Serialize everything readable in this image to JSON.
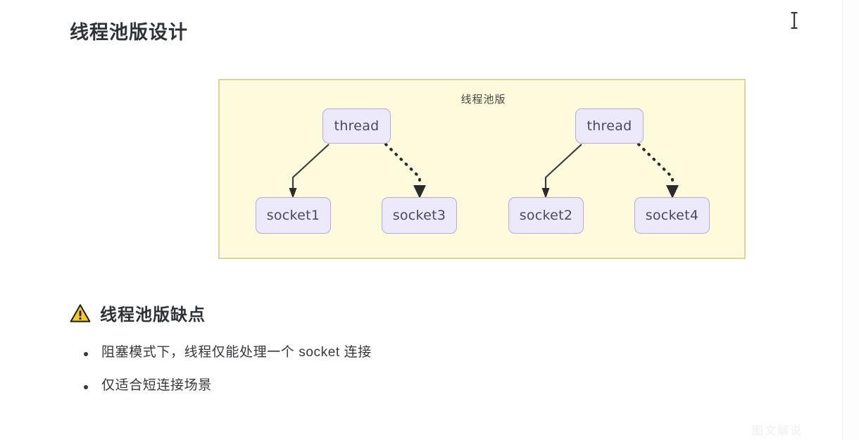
{
  "page": {
    "title": "线程池版设计",
    "background_color": "#ffffff"
  },
  "diagram": {
    "label": "线程池版",
    "background_color": "#fdfbdc",
    "border_color": "#d9d69a",
    "node_fill_color": "#ece9fb",
    "node_border_color": "#b9a8e0",
    "threads": [
      {
        "id": "thread-left",
        "label": "thread"
      },
      {
        "id": "thread-right",
        "label": "thread"
      }
    ],
    "sockets": [
      {
        "id": "socket1",
        "label": "socket1"
      },
      {
        "id": "socket3",
        "label": "socket3"
      },
      {
        "id": "socket2",
        "label": "socket2"
      },
      {
        "id": "socket4",
        "label": "socket4"
      }
    ],
    "edges": [
      {
        "from": "thread-left",
        "to": "socket1",
        "style": "solid"
      },
      {
        "from": "thread-left",
        "to": "socket3",
        "style": "dotted"
      },
      {
        "from": "thread-right",
        "to": "socket2",
        "style": "solid"
      },
      {
        "from": "thread-right",
        "to": "socket4",
        "style": "dotted"
      }
    ]
  },
  "warning": {
    "icon": "warning-triangle-icon",
    "icon_color": "#f5cc1a",
    "heading": "线程池版缺点",
    "bullets": [
      "阻塞模式下，线程仅能处理一个 socket 连接",
      "仅适合短连接场景"
    ]
  },
  "cursor": {
    "icon": "text-ibeam-cursor"
  },
  "watermark": {
    "text": "图文解说"
  }
}
